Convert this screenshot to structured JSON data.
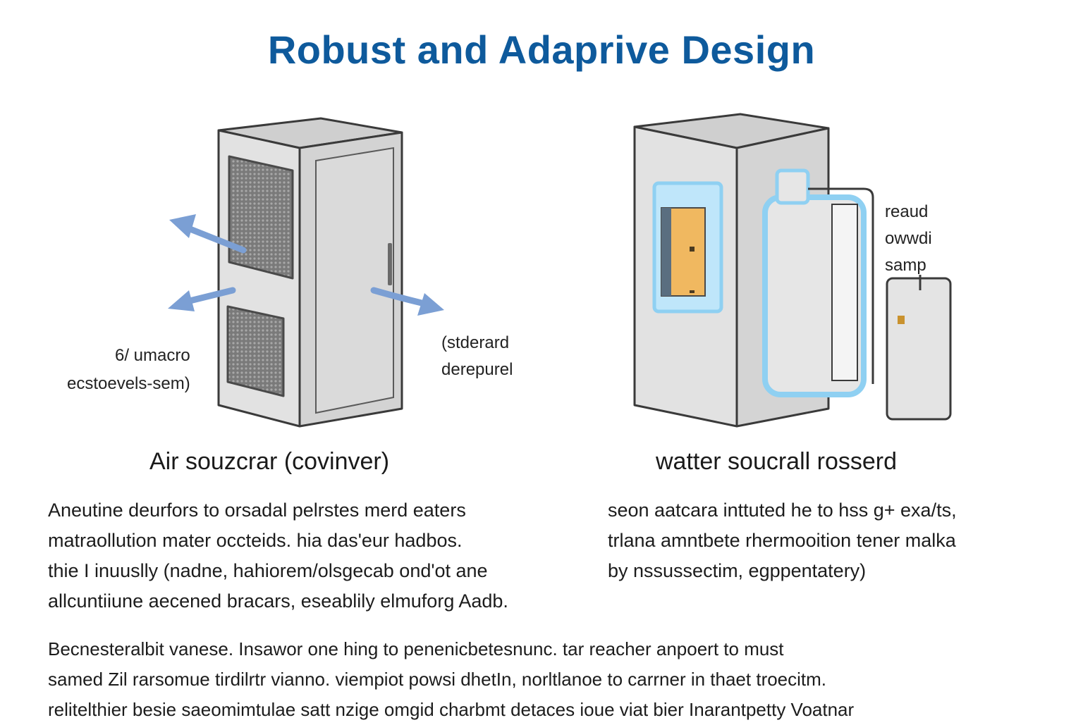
{
  "title": "Robust and Adaprive Design",
  "air_unit": {
    "left_label": [
      "6/ umacro",
      "ecstoevels-sem)"
    ],
    "right_label": [
      "(stderard",
      "derepurel"
    ],
    "caption": "Air souzcrar (covinver)"
  },
  "water_unit": {
    "side_label": [
      "reaud",
      "owwdi",
      "samp"
    ],
    "caption": "watter soucrall rosserd"
  },
  "paragraphs": {
    "left": [
      "Aneutine deurfors to orsadal pelrstes merd eaters",
      "matraollution mater occteids. hia das'eur hadbos.",
      "thie I inuuslly (nadne, hahiorem/olsgecab ond'ot ane",
      "allcuntiiune aecened bracars, eseablily elmuforg Aadb."
    ],
    "right": [
      "seon aatcara inttuted he to hss g+ exa/ts,",
      "trlana amntbete rhermooition tener malka",
      "by nssussectim, egppentatery)"
    ],
    "bottom": [
      "Becnesteralbit vanese. Insawor one hing to penenicbetesnunc. tar reacher anpoert to must",
      "samed Zil rarsomue tirdilrtr vianno. viempiot powsi dhetIn, norltlanoe to carrner in thaet troecitm.",
      "relitelthier besie saeomimtulae satt nzige omgid charbmt detaces ioue viat bier Inarantpetty Voatnar"
    ]
  },
  "colors": {
    "title": "#0e5a9c",
    "cabinet": "#dcdcdc",
    "arrow": "#7b9fd4",
    "water_glow": "#8fd0f2",
    "panel": "#f0b860"
  }
}
